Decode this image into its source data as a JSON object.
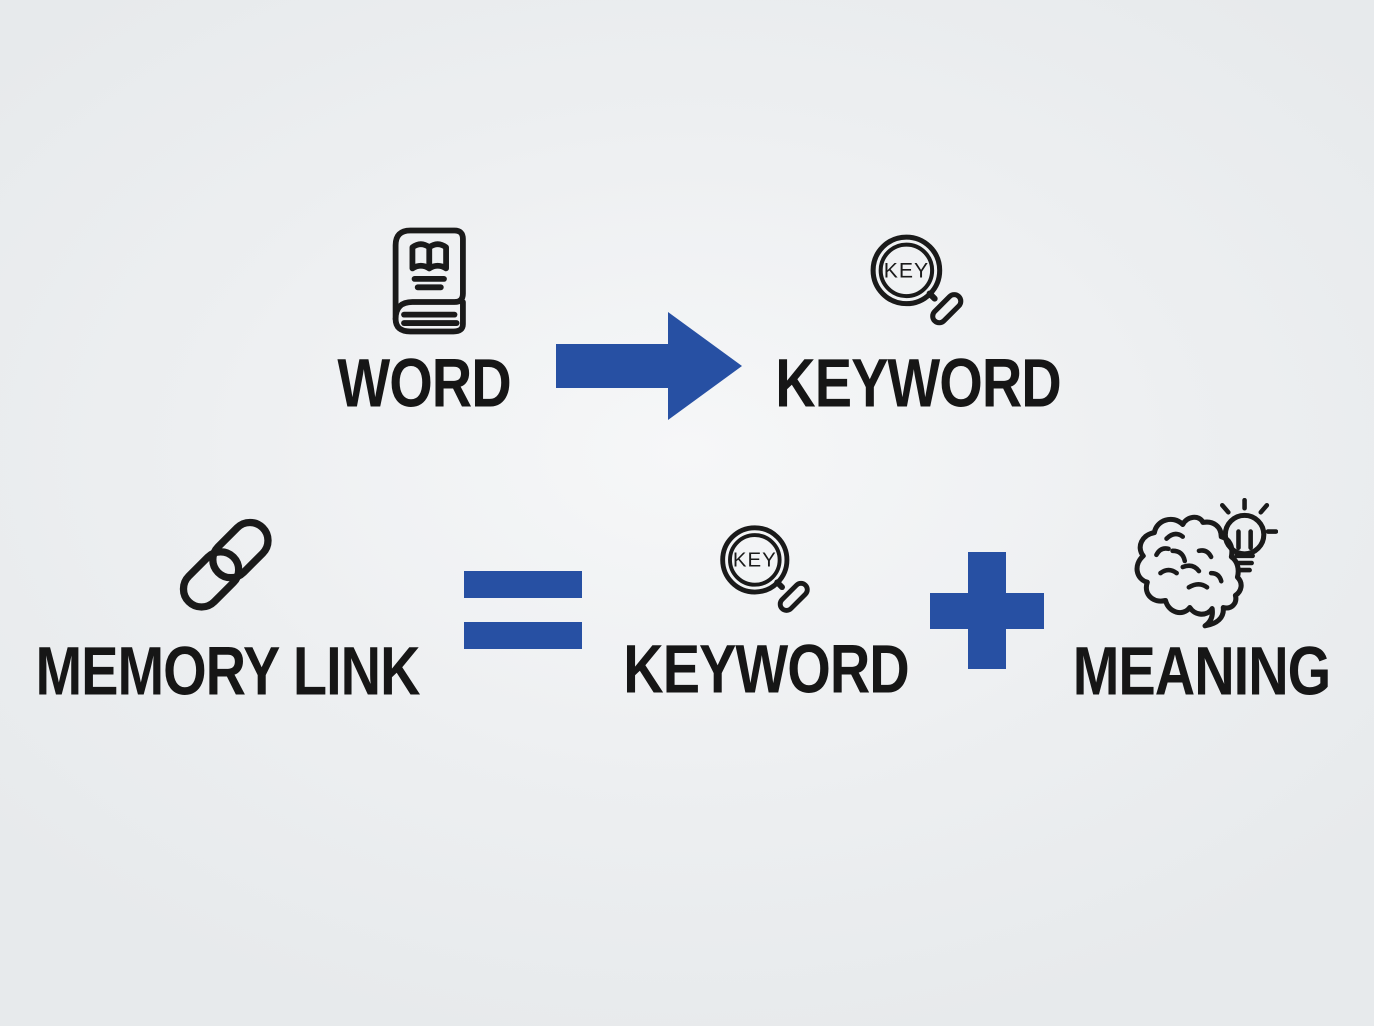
{
  "colors": {
    "accent_blue": "#2750a3",
    "text": "#161616",
    "icon_stroke": "#1a1a1a",
    "background": "#edeff1"
  },
  "row1": {
    "word": {
      "label": "WORD",
      "icon": "book-icon"
    },
    "operator": {
      "type": "arrow-right"
    },
    "keyword": {
      "label": "KEYWORD",
      "badge": "KEY",
      "icon": "magnifier-key-icon"
    }
  },
  "row2": {
    "memory_link": {
      "label": "MEMORY LINK",
      "icon": "chain-link-icon"
    },
    "equals": {
      "type": "equals"
    },
    "keyword": {
      "label": "KEYWORD",
      "badge": "KEY",
      "icon": "magnifier-key-icon"
    },
    "plus": {
      "type": "plus"
    },
    "meaning": {
      "label": "MEANING",
      "icon": "brain-lightbulb-icon"
    }
  }
}
